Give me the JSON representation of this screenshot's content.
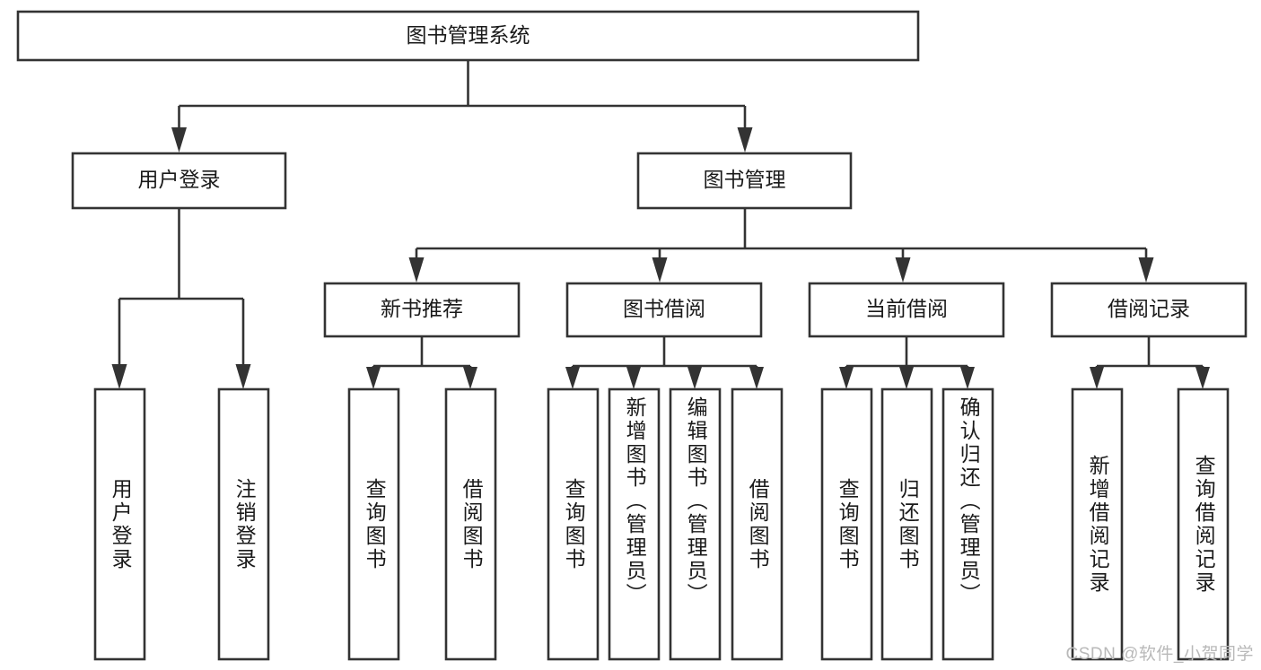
{
  "diagram": {
    "type": "tree-hierarchy",
    "title": "图书管理系统",
    "colors": {
      "box_stroke": "#333333",
      "box_fill": "#ffffff",
      "text": "#1a1a1a",
      "background": "#ffffff",
      "watermark": "#b9b9b9"
    },
    "levels": {
      "level1": [
        {
          "id": "root",
          "label": "图书管理系统",
          "orientation": "horizontal"
        }
      ],
      "level2": [
        {
          "id": "user-login",
          "label": "用户登录",
          "orientation": "horizontal"
        },
        {
          "id": "book-manage",
          "label": "图书管理",
          "orientation": "horizontal"
        }
      ],
      "level3": [
        {
          "id": "new-book-rec",
          "label": "新书推荐",
          "orientation": "horizontal"
        },
        {
          "id": "book-borrow",
          "label": "图书借阅",
          "orientation": "horizontal"
        },
        {
          "id": "current-borrow",
          "label": "当前借阅",
          "orientation": "horizontal"
        },
        {
          "id": "borrow-record",
          "label": "借阅记录",
          "orientation": "horizontal"
        }
      ],
      "level4": [
        {
          "id": "leaf-user-login",
          "label": "用户登录",
          "parent": "user-login",
          "orientation": "vertical"
        },
        {
          "id": "leaf-user-logout",
          "label": "注销登录",
          "parent": "user-login",
          "orientation": "vertical"
        },
        {
          "id": "leaf-query-book-1",
          "label": "查询图书",
          "parent": "new-book-rec",
          "orientation": "vertical"
        },
        {
          "id": "leaf-borrow-book-1",
          "label": "借阅图书",
          "parent": "new-book-rec",
          "orientation": "vertical"
        },
        {
          "id": "leaf-query-book-2",
          "label": "查询图书",
          "parent": "book-borrow",
          "orientation": "vertical"
        },
        {
          "id": "leaf-add-book",
          "label": "新增图书（管理员）",
          "parent": "book-borrow",
          "orientation": "vertical"
        },
        {
          "id": "leaf-edit-book",
          "label": "编辑图书（管理员）",
          "parent": "book-borrow",
          "orientation": "vertical"
        },
        {
          "id": "leaf-borrow-book-2",
          "label": "借阅图书",
          "parent": "book-borrow",
          "orientation": "vertical"
        },
        {
          "id": "leaf-query-book-3",
          "label": "查询图书",
          "parent": "current-borrow",
          "orientation": "vertical"
        },
        {
          "id": "leaf-return-book",
          "label": "归还图书",
          "parent": "current-borrow",
          "orientation": "vertical"
        },
        {
          "id": "leaf-confirm-return",
          "label": "确认归还（管理员）",
          "parent": "current-borrow",
          "orientation": "vertical"
        },
        {
          "id": "leaf-add-record",
          "label": "新增借阅记录",
          "parent": "borrow-record",
          "orientation": "vertical"
        },
        {
          "id": "leaf-query-record",
          "label": "查询借阅记录",
          "parent": "borrow-record",
          "orientation": "vertical"
        }
      ]
    },
    "edges": [
      {
        "from": "root",
        "to": "user-login"
      },
      {
        "from": "root",
        "to": "book-manage"
      },
      {
        "from": "user-login",
        "to": "leaf-user-login"
      },
      {
        "from": "user-login",
        "to": "leaf-user-logout"
      },
      {
        "from": "book-manage",
        "to": "new-book-rec"
      },
      {
        "from": "book-manage",
        "to": "book-borrow"
      },
      {
        "from": "book-manage",
        "to": "current-borrow"
      },
      {
        "from": "book-manage",
        "to": "borrow-record"
      },
      {
        "from": "new-book-rec",
        "to": "leaf-query-book-1"
      },
      {
        "from": "new-book-rec",
        "to": "leaf-borrow-book-1"
      },
      {
        "from": "book-borrow",
        "to": "leaf-query-book-2"
      },
      {
        "from": "book-borrow",
        "to": "leaf-add-book"
      },
      {
        "from": "book-borrow",
        "to": "leaf-edit-book"
      },
      {
        "from": "book-borrow",
        "to": "leaf-borrow-book-2"
      },
      {
        "from": "current-borrow",
        "to": "leaf-query-book-3"
      },
      {
        "from": "current-borrow",
        "to": "leaf-return-book"
      },
      {
        "from": "current-borrow",
        "to": "leaf-confirm-return"
      },
      {
        "from": "borrow-record",
        "to": "leaf-add-record"
      },
      {
        "from": "borrow-record",
        "to": "leaf-query-record"
      }
    ]
  },
  "watermark": {
    "text": "CSDN @软件_小贺同学"
  }
}
